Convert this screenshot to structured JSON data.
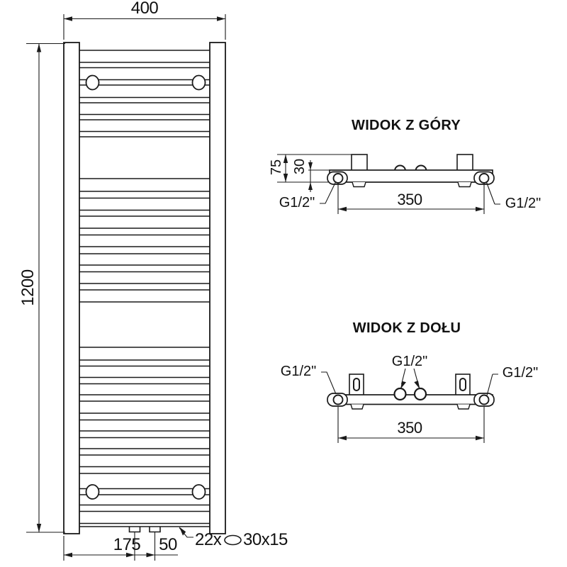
{
  "drawing": {
    "front_view": {
      "width_dim": "400",
      "height_dim": "1200",
      "inlet_offset_dim": "175",
      "inlet_spacing_dim": "50",
      "tube_count": "22x",
      "tube_profile": "30x15"
    },
    "top_view": {
      "title": "WIDOK Z GÓRY",
      "depth_dim": "75",
      "tube_depth_dim": "30",
      "connection_spacing_dim": "350",
      "left_connection": "G1/2\"",
      "right_connection": "G1/2\""
    },
    "bottom_view": {
      "title": "WIDOK Z DOŁU",
      "connection_spacing_dim": "350",
      "left_connection": "G1/2\"",
      "center_connection": "G1/2\"",
      "right_connection": "G1/2\""
    }
  }
}
